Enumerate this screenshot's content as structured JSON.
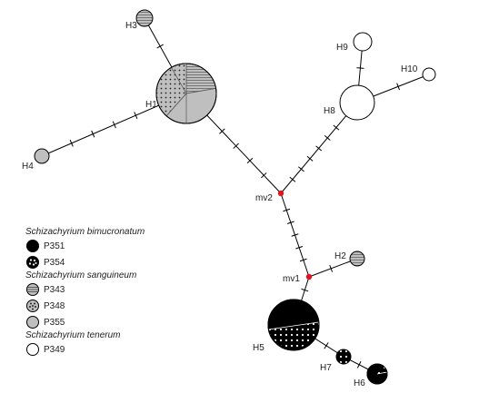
{
  "nodes": {
    "H1": "H1",
    "H2": "H2",
    "H3": "H3",
    "H4": "H4",
    "H5": "H5",
    "H6": "H6",
    "H7": "H7",
    "H8": "H8",
    "H9": "H9",
    "H10": "H10",
    "mv1": "mv1",
    "mv2": "mv2"
  },
  "legend": {
    "species": [
      {
        "name": "Schizachyrium bimucronatum",
        "populations": [
          {
            "label": "P351",
            "pattern": "black"
          },
          {
            "label": "P354",
            "pattern": "black-dots"
          }
        ]
      },
      {
        "name": "Schizachyrium sanguineum",
        "populations": [
          {
            "label": "P343",
            "pattern": "grey-stripes"
          },
          {
            "label": "P348",
            "pattern": "grey-dots"
          },
          {
            "label": "P355",
            "pattern": "grey"
          }
        ]
      },
      {
        "name": "Schizachyrium tenerum",
        "populations": [
          {
            "label": "P349",
            "pattern": "white"
          }
        ]
      }
    ]
  },
  "colors": {
    "black": "#000000",
    "grey": "#bfbfbf",
    "white": "#ffffff",
    "median_vector": "#e0141e"
  }
}
